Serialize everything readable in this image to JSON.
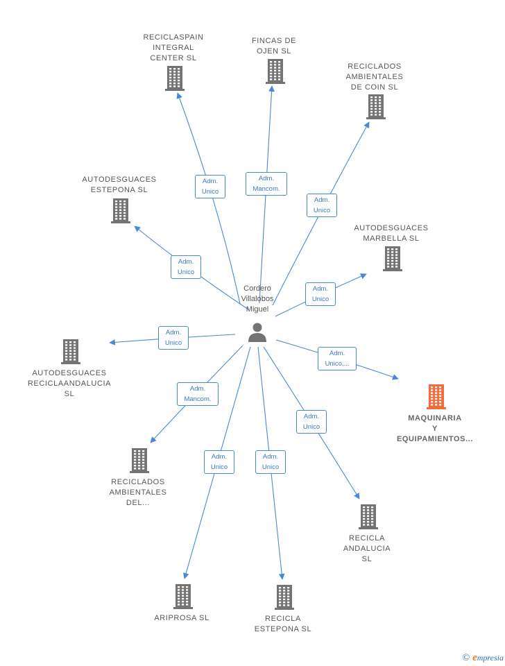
{
  "person": {
    "name_lines": [
      "Cordero",
      "Villalobos",
      "Miguel"
    ]
  },
  "companies": [
    {
      "id": "reciclaspain",
      "label_lines": [
        "RECICLASPAIN",
        "INTEGRAL",
        "CENTER  SL"
      ],
      "highlight": false
    },
    {
      "id": "fincas",
      "label_lines": [
        "FINCAS DE",
        "OJEN SL"
      ],
      "highlight": false
    },
    {
      "id": "reciclados-coin",
      "label_lines": [
        "RECICLADOS",
        "AMBIENTALES",
        "DE COIN SL"
      ],
      "highlight": false
    },
    {
      "id": "autodesguaces-estepona",
      "label_lines": [
        "AUTODESGUACES",
        "ESTEPONA  SL"
      ],
      "highlight": false
    },
    {
      "id": "autodesguaces-marbella",
      "label_lines": [
        "AUTODESGUACES",
        "MARBELLA  SL"
      ],
      "highlight": false
    },
    {
      "id": "autodesguaces-reciclaandalucia",
      "label_lines": [
        "AUTODESGUACES",
        "RECICLAANDALUCIA",
        "SL"
      ],
      "highlight": false
    },
    {
      "id": "maquinaria",
      "label_lines": [
        "MAQUINARIA",
        "Y",
        "EQUIPAMIENTOS..."
      ],
      "highlight": true
    },
    {
      "id": "reciclados-del",
      "label_lines": [
        "RECICLADOS",
        "AMBIENTALES",
        "DEL..."
      ],
      "highlight": false
    },
    {
      "id": "recicla-andalucia",
      "label_lines": [
        "RECICLA",
        "ANDALUCIA",
        "SL"
      ],
      "highlight": false
    },
    {
      "id": "ariprosa",
      "label_lines": [
        "ARIPROSA SL"
      ],
      "highlight": false
    },
    {
      "id": "recicla-estepona",
      "label_lines": [
        "RECICLA",
        "ESTEPONA  SL"
      ],
      "highlight": false
    }
  ],
  "relations": [
    {
      "to": "reciclaspain",
      "label_lines": [
        "Adm.",
        "Unico"
      ]
    },
    {
      "to": "fincas",
      "label_lines": [
        "Adm.",
        "Mancom."
      ]
    },
    {
      "to": "reciclados-coin",
      "label_lines": [
        "Adm.",
        "Unico"
      ]
    },
    {
      "to": "autodesguaces-estepona",
      "label_lines": [
        "Adm.",
        "Unico"
      ]
    },
    {
      "to": "autodesguaces-marbella",
      "label_lines": [
        "Adm.",
        "Unico"
      ]
    },
    {
      "to": "autodesguaces-reciclaandalucia",
      "label_lines": [
        "Adm.",
        "Unico"
      ]
    },
    {
      "to": "maquinaria",
      "label_lines": [
        "Adm.",
        "Unico,..."
      ]
    },
    {
      "to": "reciclados-del",
      "label_lines": [
        "Adm.",
        "Mancom."
      ]
    },
    {
      "to": "recicla-andalucia",
      "label_lines": [
        "Adm.",
        "Unico"
      ]
    },
    {
      "to": "ariprosa",
      "label_lines": [
        "Adm.",
        "Unico"
      ]
    },
    {
      "to": "recicla-estepona",
      "label_lines": [
        "Adm.",
        "Unico"
      ]
    }
  ],
  "colors": {
    "edge": "#4a88d4",
    "building": "#737373",
    "building_highlight": "#f26b3a",
    "person_icon": "#737373"
  },
  "footer": {
    "copyright_symbol": "©",
    "brand_initial": "e",
    "brand_rest": "mpresia"
  }
}
